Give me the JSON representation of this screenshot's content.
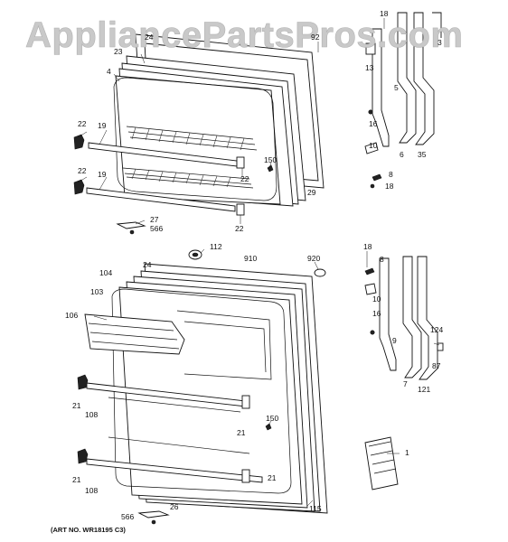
{
  "watermark": "AppliancePartsPros.com",
  "art_number": "(ART NO. WR18195 C3)",
  "labels": {
    "l18a": "18",
    "l24a": "24",
    "l92": "92",
    "l3": "3",
    "l23": "23",
    "l13": "13",
    "l4": "4",
    "l5": "5",
    "l22a": "22",
    "l19a": "19",
    "l16a": "16",
    "l10a": "10",
    "l150a": "150",
    "l22b": "22",
    "l6": "6",
    "l35": "35",
    "l29": "29",
    "l22c": "22",
    "l19b": "19",
    "l8a": "8",
    "l18b": "18",
    "l22d": "22",
    "l27": "27",
    "l566a": "566",
    "l112": "112",
    "l910": "910",
    "l920": "920",
    "l18c": "18",
    "l8b": "8",
    "l24b": "24",
    "l104": "104",
    "l103": "103",
    "l106": "106",
    "l10b": "10",
    "l16b": "16",
    "l9": "9",
    "l124": "124",
    "l87": "87",
    "l7": "7",
    "l121": "121",
    "l21a": "21",
    "l108a": "108",
    "l150b": "150",
    "l21b": "21",
    "l1": "1",
    "l21c": "21",
    "l108b": "108",
    "l21d": "21",
    "l115": "115",
    "l26": "26",
    "l566b": "566"
  }
}
